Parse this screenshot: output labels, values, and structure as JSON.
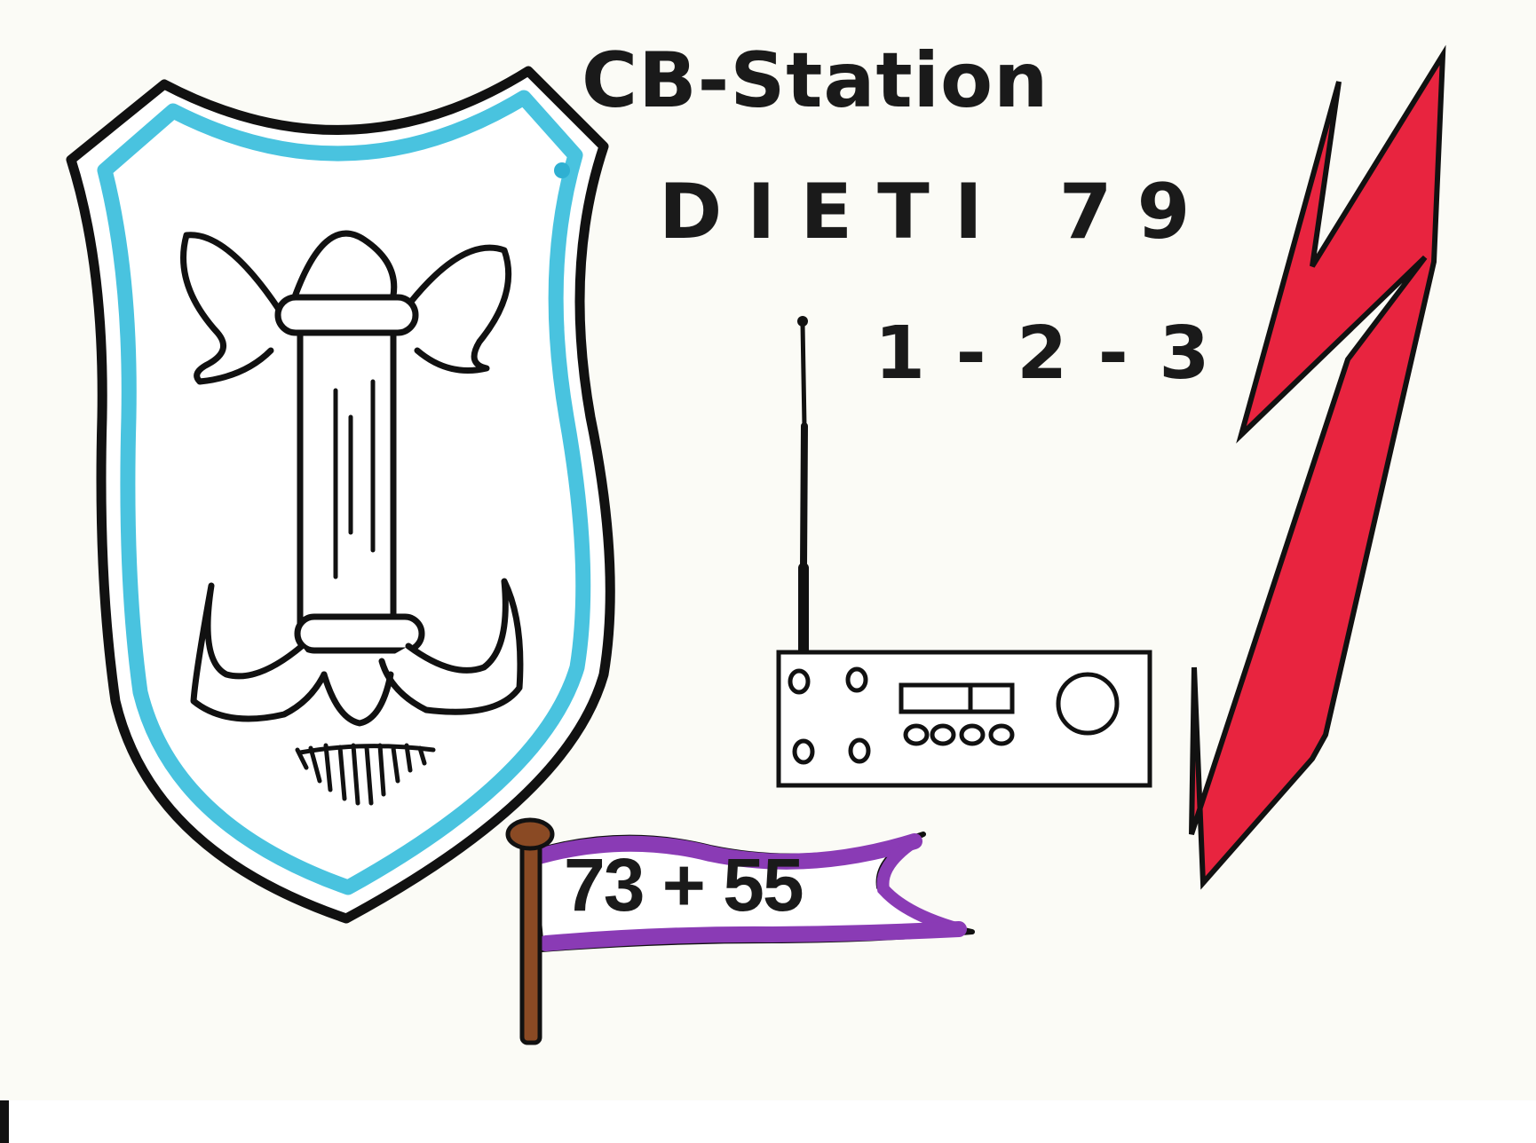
{
  "card": {
    "title": "CB-Station",
    "callsign": "DIETI 79",
    "channel": "1 - 2 - 3",
    "greeting": "73 + 55"
  },
  "icons": [
    "coat-of-arms-shield",
    "fleur-de-lis-icon",
    "radio-transceiver-icon",
    "antenna-icon",
    "lightning-bolt-icon",
    "pennant-flag-icon"
  ],
  "colors": {
    "card_background": "#fbfbf6",
    "ink": "#1a1a1a",
    "shield_border": "#49c3df",
    "lightning": "#e8243f",
    "pennant": "#8a3bb5",
    "flagpole": "#8a4a24"
  }
}
